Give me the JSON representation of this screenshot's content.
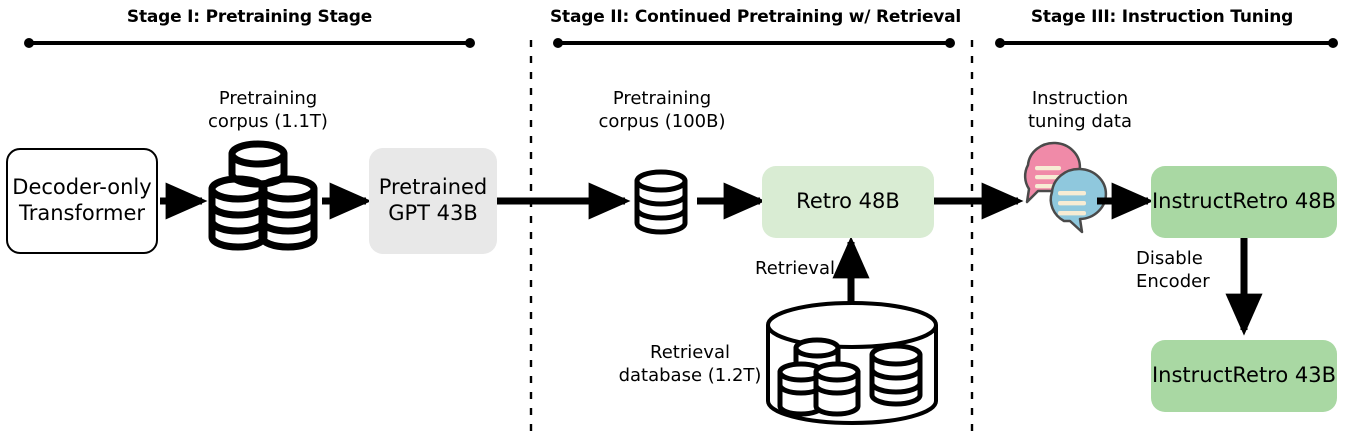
{
  "diagram": {
    "title": "InstructRetro three-stage training pipeline",
    "background": "#ffffff"
  },
  "colors": {
    "box_outline_fill": "#ffffff",
    "box_outline_stroke": "#000000",
    "box_gray": "#e8e8e8",
    "box_green_light": "#d9ecd3",
    "box_green": "#a9d8a3",
    "stroke": "#000000",
    "bubble_pink": "#f08aa8",
    "bubble_blue": "#8fc8dd",
    "bubble_line": "#f7ecd4",
    "bubble_outline": "#4a4a4a"
  },
  "stages": [
    {
      "id": "stage-1",
      "label": "Stage I: Pretraining Stage"
    },
    {
      "id": "stage-2",
      "label": "Stage II: Continued Pretraining w/ Retrieval"
    },
    {
      "id": "stage-3",
      "label": "Stage III: Instruction Tuning"
    }
  ],
  "nodes": {
    "decoder_only_transformer": {
      "line1": "Decoder-only",
      "line2": "Transformer"
    },
    "pretrained_gpt": {
      "line1": "Pretrained",
      "line2": "GPT 43B"
    },
    "retro_48b": {
      "label": "Retro 48B"
    },
    "instructretro_48b": {
      "label": "InstructRetro 48B"
    },
    "instructretro_43b": {
      "label": "InstructRetro 43B"
    }
  },
  "captions": {
    "pretraining_corpus_1_1t": {
      "line1": "Pretraining",
      "line2": "corpus (1.1T)"
    },
    "pretraining_corpus_100b": {
      "line1": "Pretraining",
      "line2": "corpus (100B)"
    },
    "instruction_tuning_data": {
      "line1": "Instruction",
      "line2": "tuning data"
    },
    "retrieval_database": {
      "line1": "Retrieval",
      "line2": "database (1.2T)"
    },
    "retrieval_arrow_label": {
      "label": "Retrieval"
    },
    "disable_encoder_label": {
      "line1": "Disable",
      "line2": "Encoder"
    }
  },
  "icons": {
    "corpus_stack_1_1t": "database-stack-icon",
    "corpus_single_100b": "database-cylinder-icon",
    "retrieval_db": "database-container-icon",
    "instruction_data": "chat-bubbles-icon"
  }
}
